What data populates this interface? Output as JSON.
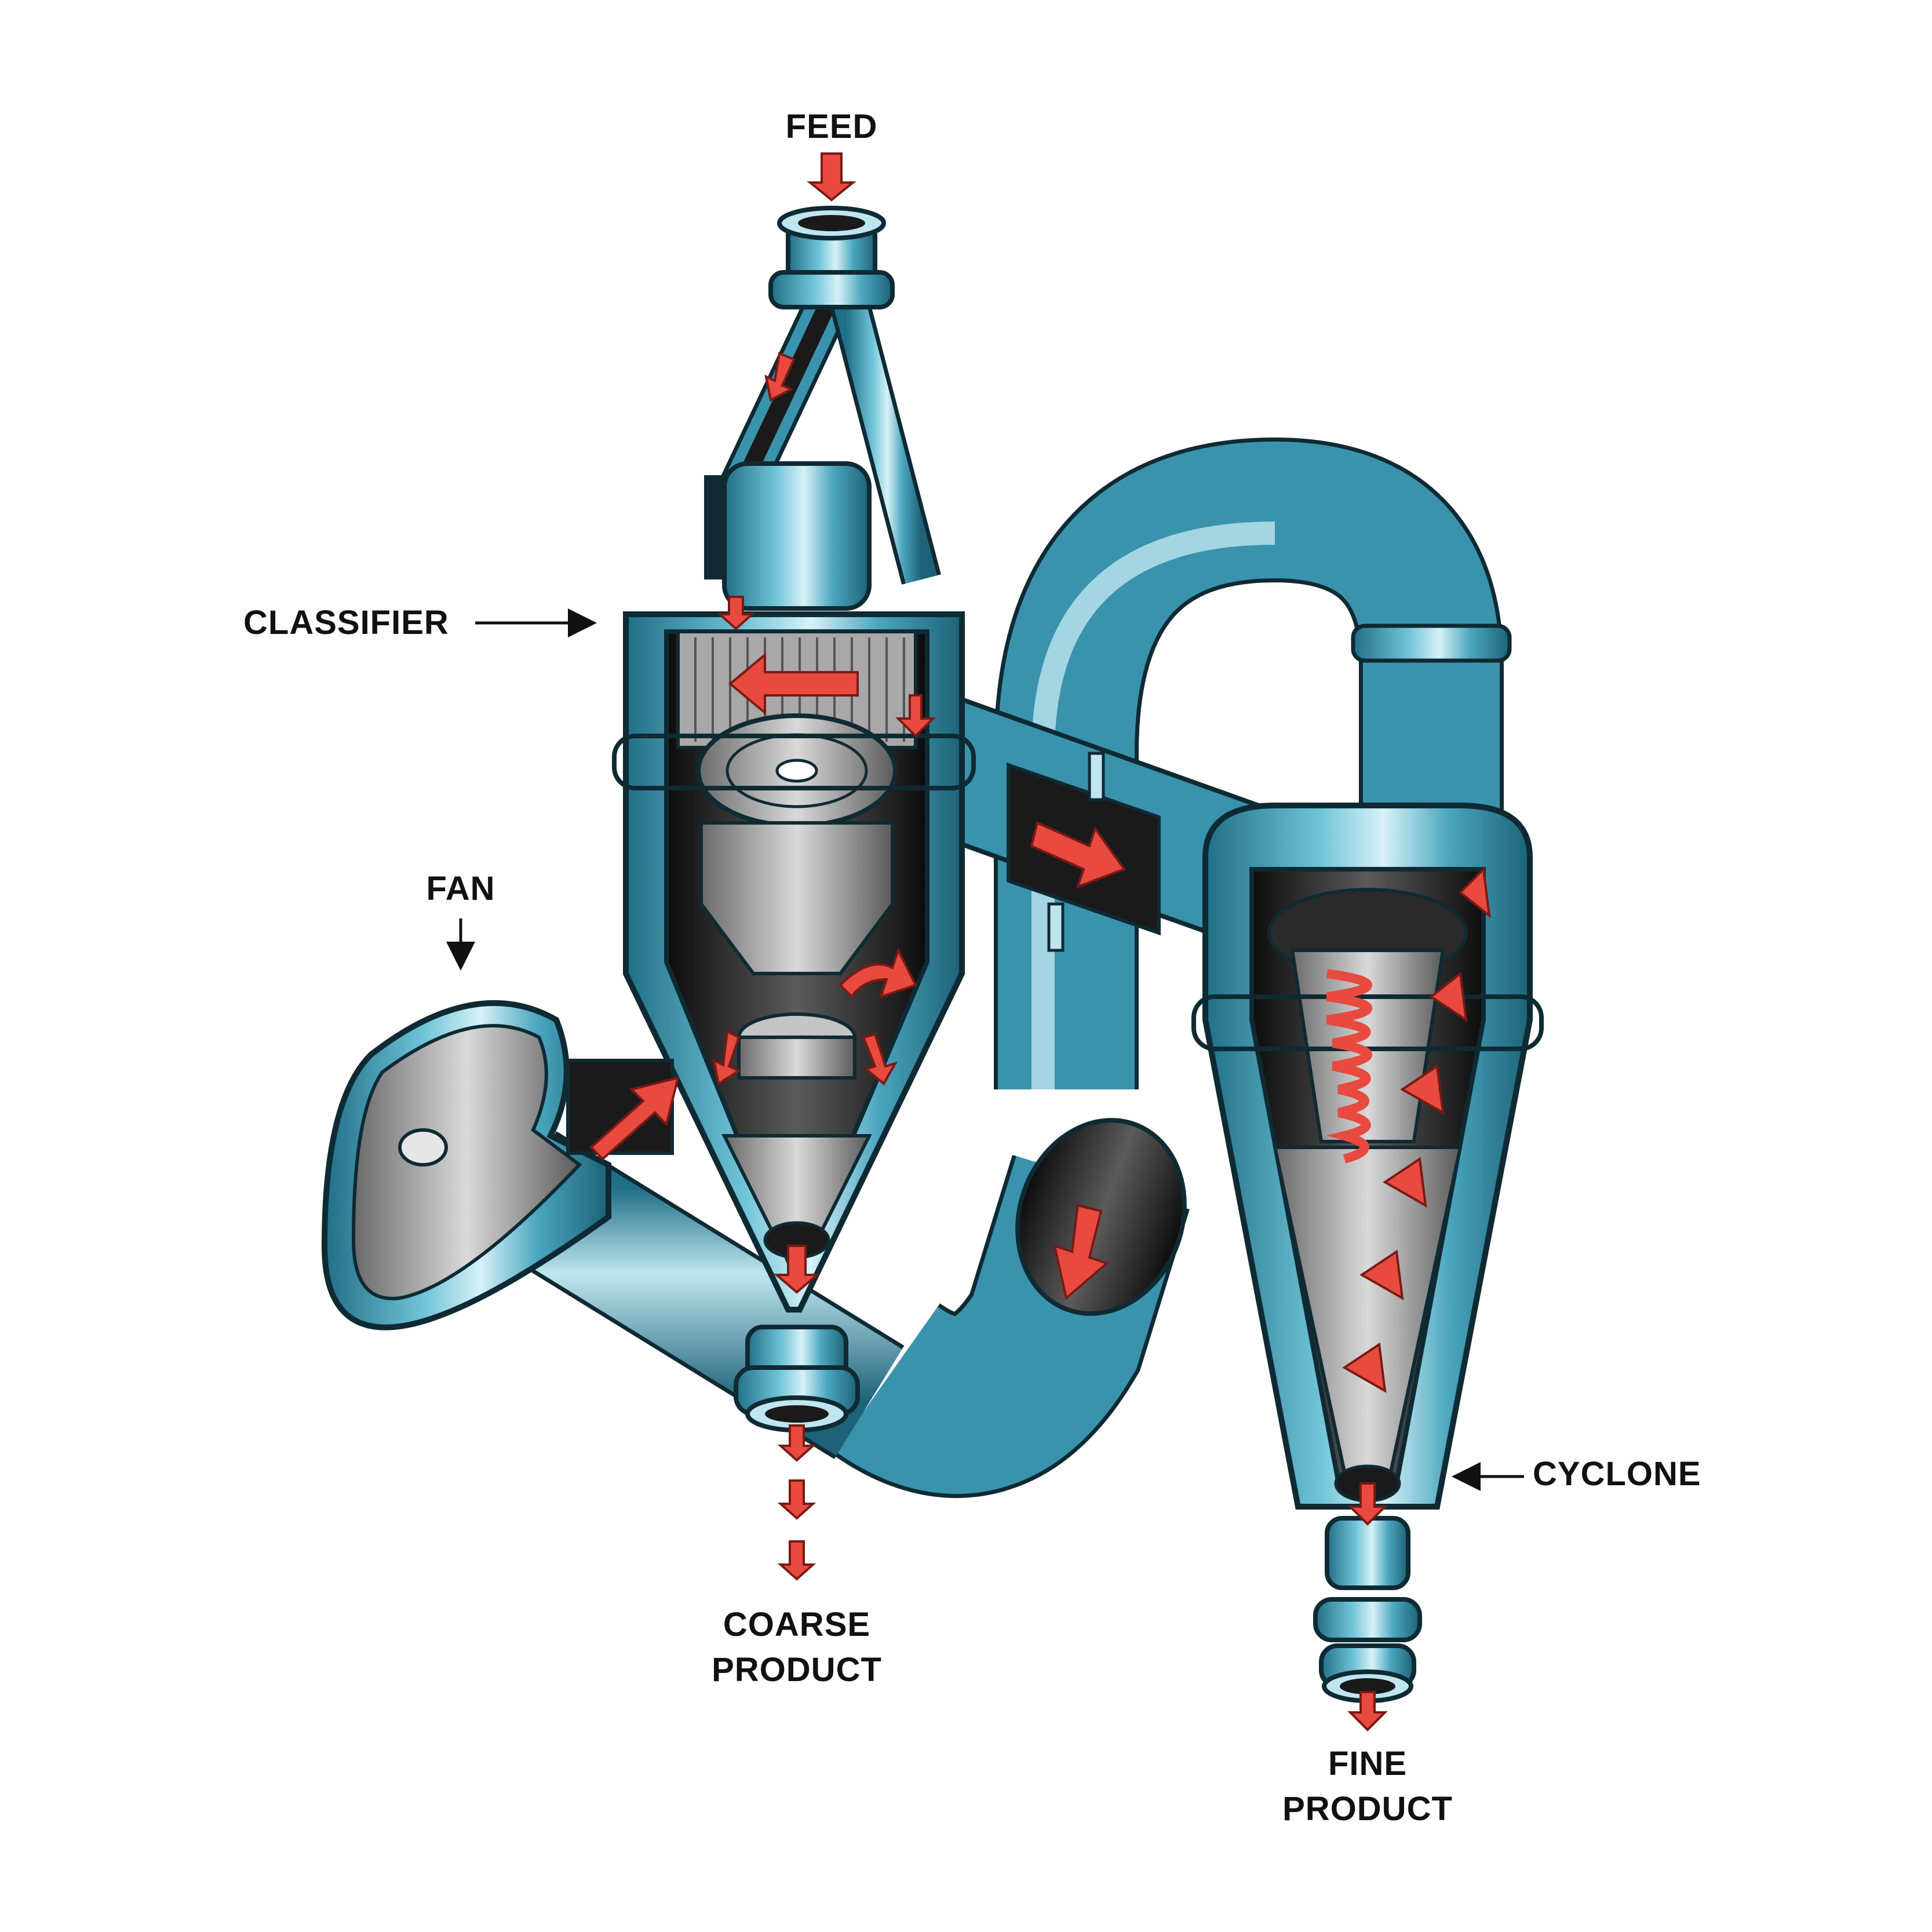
{
  "labels": {
    "feed": "FEED",
    "classifier": "CLASSIFIER",
    "fan": "FAN",
    "cyclone": "CYCLONE",
    "coarse_line1": "COARSE",
    "coarse_line2": "PRODUCT",
    "fine_line1": "FINE",
    "fine_line2": "PRODUCT"
  },
  "colors": {
    "pipe_teal": "#3a93ad",
    "pipe_highlight": "#bfe6f0",
    "pipe_outline": "#0f2a33",
    "interior_dark": "#1a1a1a",
    "interior_grey": "#9a9a9a",
    "flow_arrow": "#e84a3f"
  }
}
